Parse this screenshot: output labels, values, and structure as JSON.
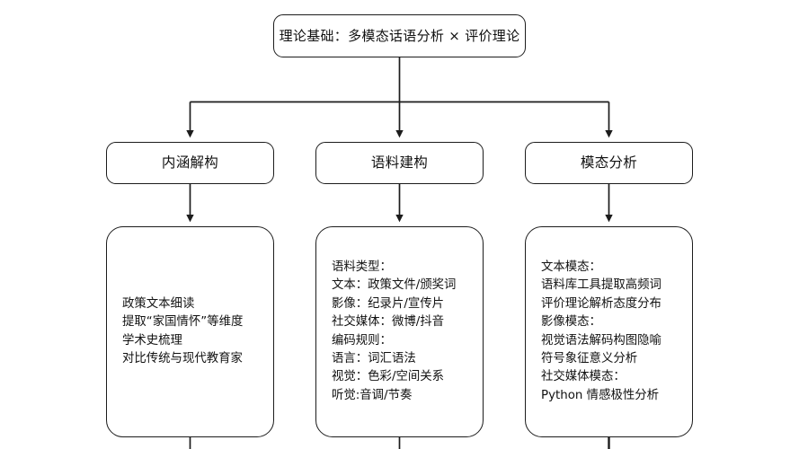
{
  "diagram": {
    "title_node": {
      "id": "theory-foundation",
      "label": "理论基础：多模态话语分析 × 评价理论"
    },
    "branches": [
      {
        "id": "connotation-deconstruction",
        "label": "内涵解构"
      },
      {
        "id": "corpus-construction",
        "label": "语料建构"
      },
      {
        "id": "modality-analysis",
        "label": "模态分析"
      }
    ],
    "details": [
      {
        "id": "connotation-detail",
        "lines": [
          "政策文本细读",
          "提取“家国情怀”等维度",
          "学术史梳理",
          "对比传统与现代教育家"
        ]
      },
      {
        "id": "corpus-detail",
        "lines": [
          "语料类型：",
          "文本：政策文件/颁奖词",
          "影像：纪录片/宣传片",
          "社交媒体：微博/抖音",
          "编码规则：",
          "语言：词汇语法",
          "视觉：色彩/空间关系",
          "听觉:音调/节奏"
        ]
      },
      {
        "id": "modality-detail",
        "lines": [
          "文本模态：",
          "语料库工具提取高频词",
          "评价理论解析态度分布",
          "影像模态：",
          "视觉语法解码构图隐喻",
          "符号象征意义分析",
          "社交媒体模态：",
          "Python 情感极性分析"
        ]
      }
    ],
    "colors": {
      "stroke": "#1c1c1c",
      "text": "#111111",
      "background": "#ffffff"
    }
  }
}
